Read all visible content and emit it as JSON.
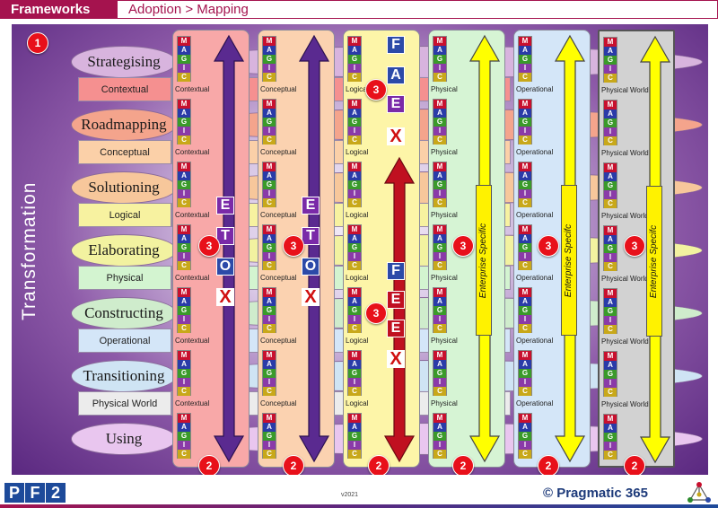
{
  "header": {
    "title": "Frameworks",
    "breadcrumb": "Adoption > Mapping"
  },
  "side_label": "Transformation",
  "phases": [
    "Strategising",
    "Roadmapping",
    "Solutioning",
    "Elaborating",
    "Constructing",
    "Transitioning",
    "Using"
  ],
  "layers": [
    "Contextual",
    "Conceptual",
    "Logical",
    "Physical",
    "Operational",
    "Physical World"
  ],
  "colors": {
    "brand": "#a5134e",
    "phase_fills": [
      "#d8b4de",
      "#f4a48c",
      "#f7c79b",
      "#f2f2a0",
      "#cfeccc",
      "#cfe4f4",
      "#e9c6ef"
    ],
    "layer_fills": [
      "#f59090",
      "#fbd0a8",
      "#f7f2a0",
      "#d3f4d0",
      "#d4e6f8",
      "#ececec"
    ],
    "column_fills": [
      "#f8a8a8",
      "#fbd2b0",
      "#fdf5a8",
      "#d6f4d4",
      "#d4e6f8",
      "#d2d2d2"
    ]
  },
  "magic_letters": [
    "M",
    "A",
    "G",
    "I",
    "C"
  ],
  "columns": [
    {
      "label": "Contextual",
      "tag_tiles": [
        "E",
        "T",
        "O",
        "X"
      ],
      "arrow_color": "#5a2a90"
    },
    {
      "label": "Conceptual",
      "tag_tiles": [
        "E",
        "T",
        "O",
        "X"
      ],
      "arrow_color": "#5a2a90"
    },
    {
      "label": "Logical",
      "tag_tiles": [
        "F",
        "A",
        "E",
        "X",
        "F",
        "E",
        "E",
        "X"
      ],
      "arrow_color": "#c01020"
    },
    {
      "label": "Physical",
      "es_label": "Enterprise Specific",
      "arrow_color": "#ffff00"
    },
    {
      "label": "Operational",
      "es_label": "Enterprise Specifc",
      "arrow_color": "#ffff00"
    },
    {
      "label": "Physical World",
      "es_label": "Enterprise Specifc",
      "arrow_color": "#ffff00"
    }
  ],
  "badges": {
    "one": "1",
    "two": "2",
    "three": "3"
  },
  "footer": {
    "version": "v2021",
    "brand": "© Pragmatic 365",
    "logo_text": [
      "P",
      "F",
      "2"
    ]
  }
}
